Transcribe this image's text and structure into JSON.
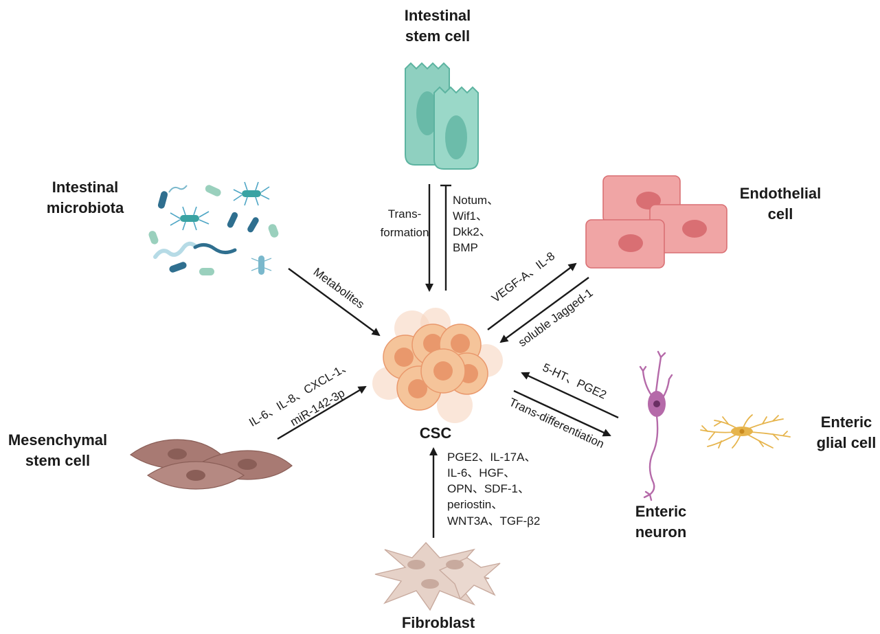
{
  "center": {
    "label": "CSC"
  },
  "nodes": {
    "stem_cell": {
      "line1": "Intestinal",
      "line2": "stem cell"
    },
    "microbiota": {
      "line1": "Intestinal",
      "line2": "microbiota"
    },
    "endothelial": {
      "line1": "Endothelial",
      "line2": "cell"
    },
    "glial": {
      "line1": "Enteric",
      "line2": "glial cell"
    },
    "neuron": {
      "line1": "Enteric",
      "line2": "neuron"
    },
    "mesenchymal": {
      "line1": "Mesenchymal",
      "line2": "stem cell"
    },
    "fibroblast": {
      "line1": "Fibroblast"
    }
  },
  "edges": {
    "transformation": {
      "line1": "Trans-",
      "line2": "formation"
    },
    "stem_inhibitors": [
      "Notum、",
      "Wif1、",
      "Dkk2、",
      "BMP"
    ],
    "metabolites": "Metabolites",
    "endo_out": "VEGF-A、IL-8",
    "endo_in": "soluble Jagged-1",
    "neuron_in": "5-HT、PGE2",
    "neuron_out": "Trans-differentiation",
    "msc": {
      "line1": "IL-6、IL-8、CXCL-1、",
      "line2": "miR-142-3p"
    },
    "fibroblast_factors": [
      "PGE2、IL-17A、",
      "IL-6、HGF、",
      "OPN、SDF-1、",
      "periostin、",
      "WNT3A、TGF-β2"
    ]
  },
  "colors": {
    "stem": "#8fd0c0",
    "stem_nucleus": "#5cb3a0",
    "endothelial": "#f0a5a5",
    "endothelial_nucleus": "#d96f73",
    "csc": "#f5c49a",
    "csc_nucleus": "#e9986c",
    "neuron": "#b56aa9",
    "glial": "#e6b44c",
    "mesenchymal": "#a87a73",
    "fibroblast": "#e6d2c8"
  }
}
